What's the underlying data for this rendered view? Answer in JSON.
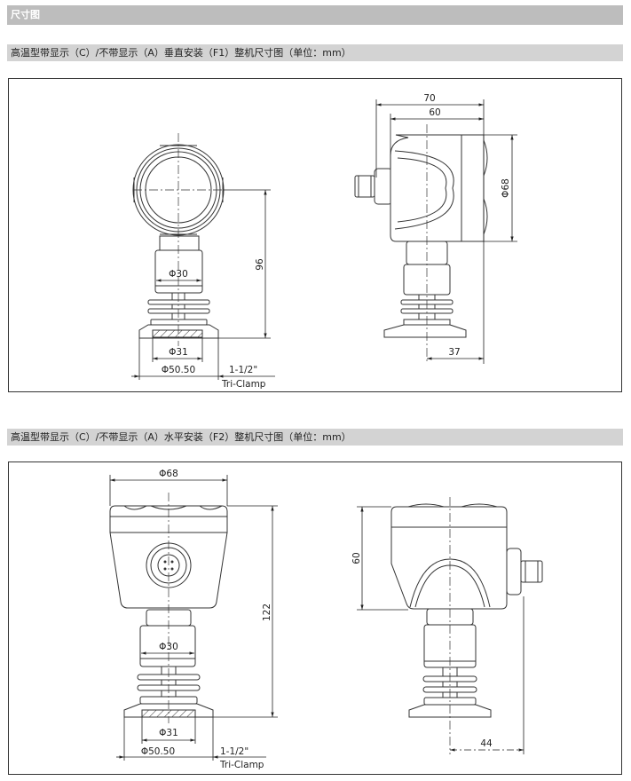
{
  "header": {
    "title": "尺寸图"
  },
  "section1": {
    "title": "高温型带显示（C）/不带显示（A）垂直安装（F1）整机尺寸图（单位：mm）",
    "front": {
      "height": "96",
      "neck_dia": "Φ30",
      "bore_dia": "Φ31",
      "flange_dia": "Φ50.50",
      "clamp_size": "1-1/2\"",
      "clamp_type": "Tri-Clamp"
    },
    "side": {
      "overall_width": "70",
      "housing_width": "60",
      "housing_dia": "Φ68",
      "offset": "37"
    }
  },
  "section2": {
    "title": "高温型带显示（C）/不带显示（A）水平安装（F2）整机尺寸图（单位：mm）",
    "front": {
      "housing_dia": "Φ68",
      "height": "122",
      "neck_dia": "Φ30",
      "bore_dia": "Φ31",
      "flange_dia": "Φ50.50",
      "clamp_size": "1-1/2\"",
      "clamp_type": "Tri-Clamp"
    },
    "side": {
      "housing_height": "60",
      "offset": "44"
    }
  }
}
